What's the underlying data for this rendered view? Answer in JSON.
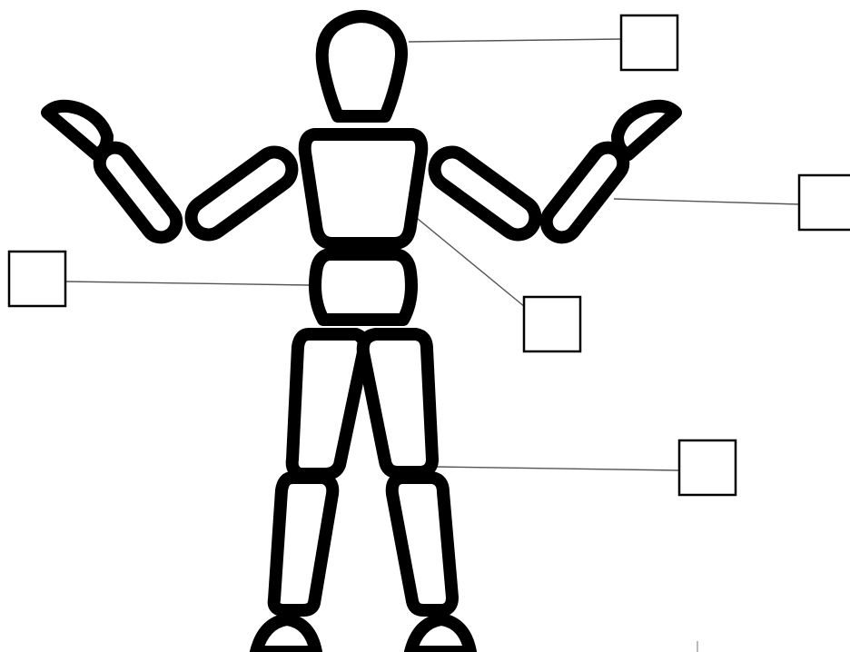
{
  "diagram": {
    "labels": [
      {
        "id": "head",
        "text": ""
      },
      {
        "id": "hand",
        "text": ""
      },
      {
        "id": "chest",
        "text": ""
      },
      {
        "id": "waist",
        "text": ""
      },
      {
        "id": "knee",
        "text": ""
      }
    ]
  }
}
